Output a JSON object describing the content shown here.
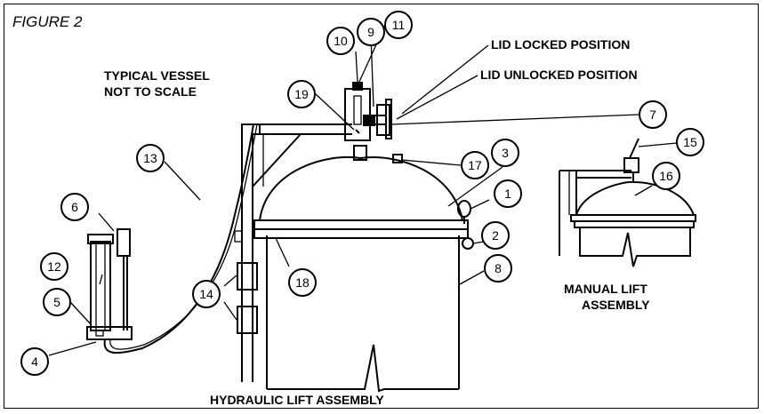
{
  "figure_label": "FIGURE 2",
  "notes": {
    "typical_vessel": "TYPICAL VESSEL",
    "not_to_scale": "NOT TO SCALE",
    "lid_locked": "LID LOCKED POSITION",
    "lid_unlocked": "LID UNLOCKED POSITION",
    "hydraulic": "HYDRAULIC LIFT ASSEMBLY",
    "manual_line1": "MANUAL LIFT",
    "manual_line2": "ASSEMBLY"
  },
  "callouts": [
    {
      "id": "c1",
      "text": "1"
    },
    {
      "id": "c2",
      "text": "2"
    },
    {
      "id": "c3",
      "text": "3"
    },
    {
      "id": "c4",
      "text": "4"
    },
    {
      "id": "c5",
      "text": "5"
    },
    {
      "id": "c6",
      "text": "6"
    },
    {
      "id": "c7",
      "text": "7"
    },
    {
      "id": "c8",
      "text": "8"
    },
    {
      "id": "c9",
      "text": "9"
    },
    {
      "id": "c10",
      "text": "10"
    },
    {
      "id": "c11",
      "text": "11"
    },
    {
      "id": "c12",
      "text": "12"
    },
    {
      "id": "c13",
      "text": "13"
    },
    {
      "id": "c14",
      "text": "14"
    },
    {
      "id": "c15",
      "text": "15"
    },
    {
      "id": "c16",
      "text": "16"
    },
    {
      "id": "c17",
      "text": "17"
    },
    {
      "id": "c18",
      "text": "18"
    },
    {
      "id": "c19",
      "text": "19"
    }
  ]
}
